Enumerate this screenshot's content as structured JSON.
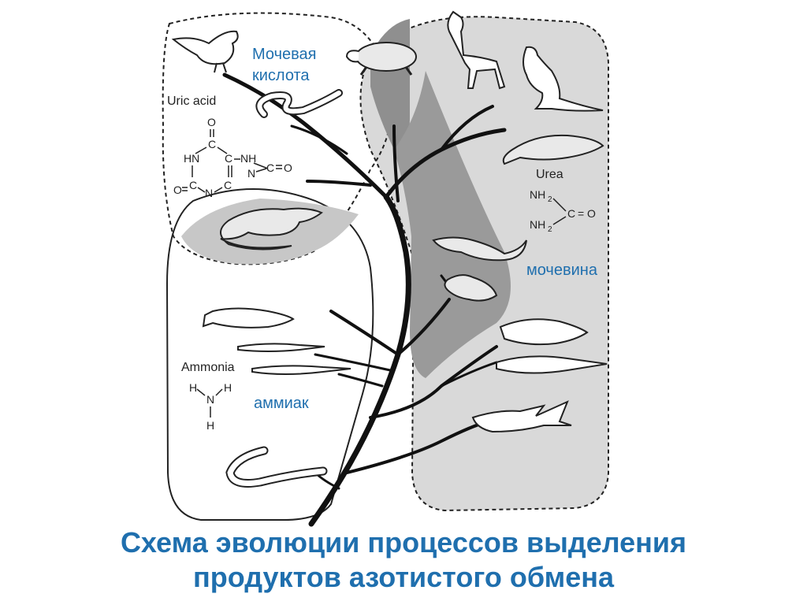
{
  "labels": {
    "uric_ru_line1": "Мочевая",
    "uric_ru_line2": "кислота",
    "uric_en": "Uric acid",
    "urea_en": "Urea",
    "urea_ru": "мочевина",
    "ammonia_en": "Ammonia",
    "ammonia_ru": "аммиак"
  },
  "title": {
    "line1": "Схема эволюции процессов выделения",
    "line2": "продуктов азотистого обмена"
  },
  "formulas": {
    "uric": {
      "o_top": "O",
      "c1": "C",
      "hn_left": "HN",
      "c2": "C",
      "nh_right": "NH",
      "n_ring": "N",
      "c_right": "C",
      "o_right": "O",
      "o_left": "O",
      "c3": "C",
      "n_bottom": "N",
      "c4": "C"
    },
    "urea": {
      "nh2_top": "NH",
      "sub_top": "2",
      "nh2_bottom": "NH",
      "sub_bottom": "2",
      "c": "C",
      "eq": "=",
      "o": "O"
    },
    "ammonia": {
      "h_left": "H",
      "n": "N",
      "h_right": "H",
      "h_bottom": "H"
    }
  },
  "colors": {
    "accent_blue": "#1f6fae",
    "urea_region": "#d9d9d9",
    "overlap_region": "#9a9a9a",
    "overlap_dark": "#7d7d7d"
  }
}
